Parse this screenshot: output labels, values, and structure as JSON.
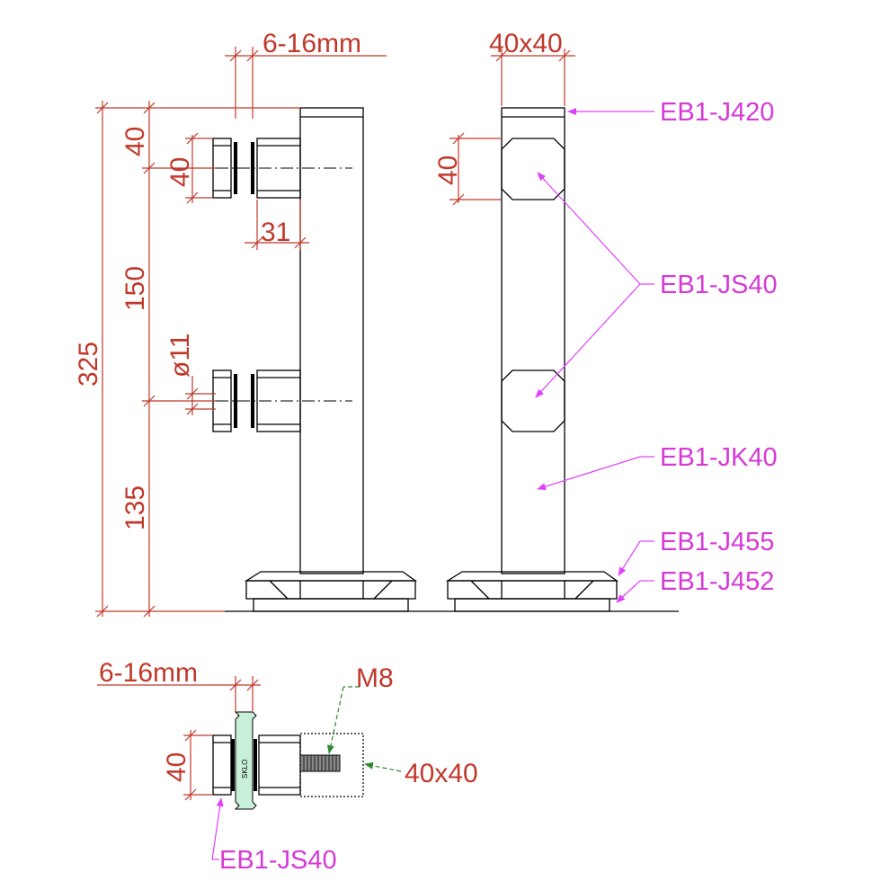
{
  "dimensions": {
    "glass_thickness_top": "6-16mm",
    "post_section_top": "40x40",
    "overall_height": "325",
    "top_offset": "40",
    "clamp_height_upper": "40",
    "clamp_spacing": "150",
    "bottom_offset": "135",
    "pin_diameter": "ø11",
    "clamp_depth": "31",
    "side_clamp_height": "40",
    "detail_glass_thickness": "6-16mm",
    "detail_clamp_height": "40",
    "detail_thread": "M8",
    "detail_section": "40x40"
  },
  "labels": {
    "cap": "EB1-J420",
    "clamp": "EB1-JS40",
    "post": "EB1-JK40",
    "base_cover": "EB1-J455",
    "base_plate": "EB1-J452",
    "detail_clamp": "EB1-JS40",
    "glass": "SKLO"
  },
  "colors": {
    "dimension": "#c0392b",
    "label": "#d63ad6",
    "thread_leader": "#2e8b2e",
    "glass_fill": "#c8f0d8"
  }
}
